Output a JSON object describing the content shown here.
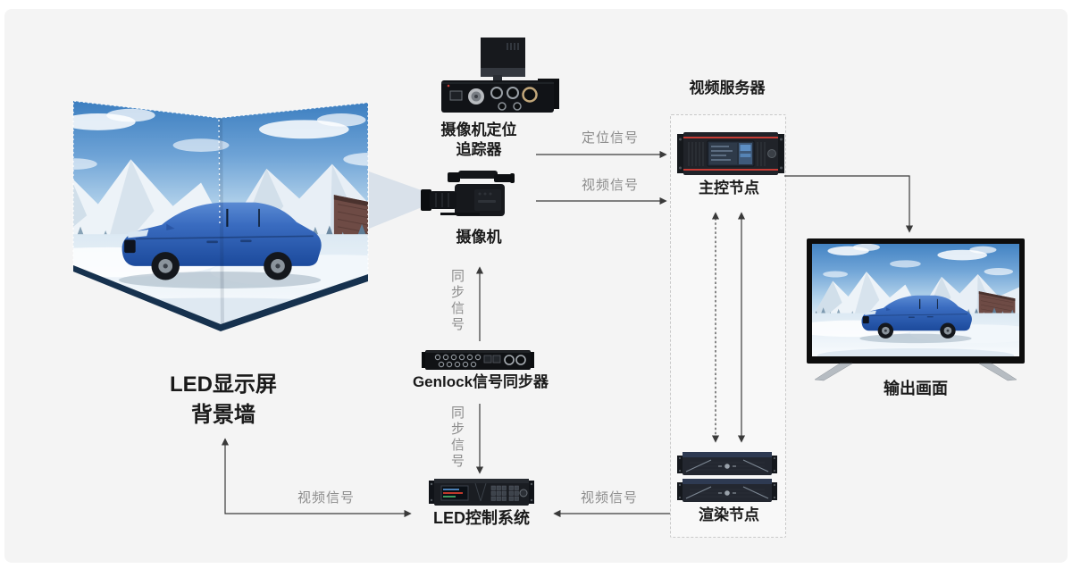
{
  "led_wall": {
    "title_line1": "LED显示屏",
    "title_line2": "背景墙"
  },
  "tracker": {
    "label_line1": "摄像机定位",
    "label_line2": "追踪器"
  },
  "camera": {
    "label": "摄像机"
  },
  "genlock": {
    "label": "Genlock信号同步器"
  },
  "led_controller": {
    "label": "LED控制系统"
  },
  "video_server": {
    "title": "视频服务器",
    "master_node_label": "主控节点",
    "render_node_label": "渲染节点"
  },
  "output_screen": {
    "label": "输出画面"
  },
  "signals": {
    "positioning": "定位信号",
    "video": "视频信号",
    "sync": "同步信号"
  },
  "colors": {
    "canvas_bg": "#f4f4f4",
    "arrow": "#3a3a3a",
    "signal_text": "#8c8c8c",
    "label_text": "#1a1a1a",
    "accent_red": "#c63c35",
    "wall_edge_navy": "#16314e",
    "car_blue": "#2f62b5",
    "sky_blue": "#3579bd"
  }
}
